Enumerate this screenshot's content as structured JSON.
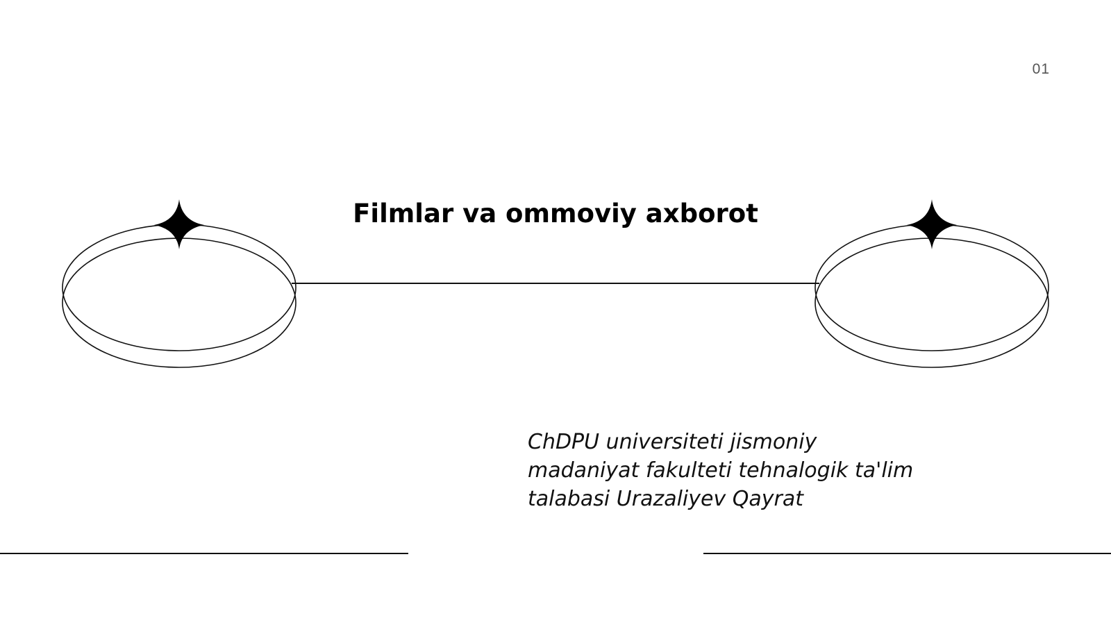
{
  "slide": {
    "page_number": "01",
    "title": "Filmlar va ommoviy axborot",
    "subtitle_lines": [
      "ChDPU universiteti jismoniy",
      "madaniyat fakulteti tehnalogik ta'lim",
      "talabasi Urazaliyev Qayrat"
    ]
  },
  "icons": {
    "left_ring": "sparkle-ring-icon",
    "right_ring": "sparkle-ring-icon"
  },
  "colors": {
    "background": "#ffffff",
    "ink": "#000000",
    "page_number": "#555555"
  }
}
